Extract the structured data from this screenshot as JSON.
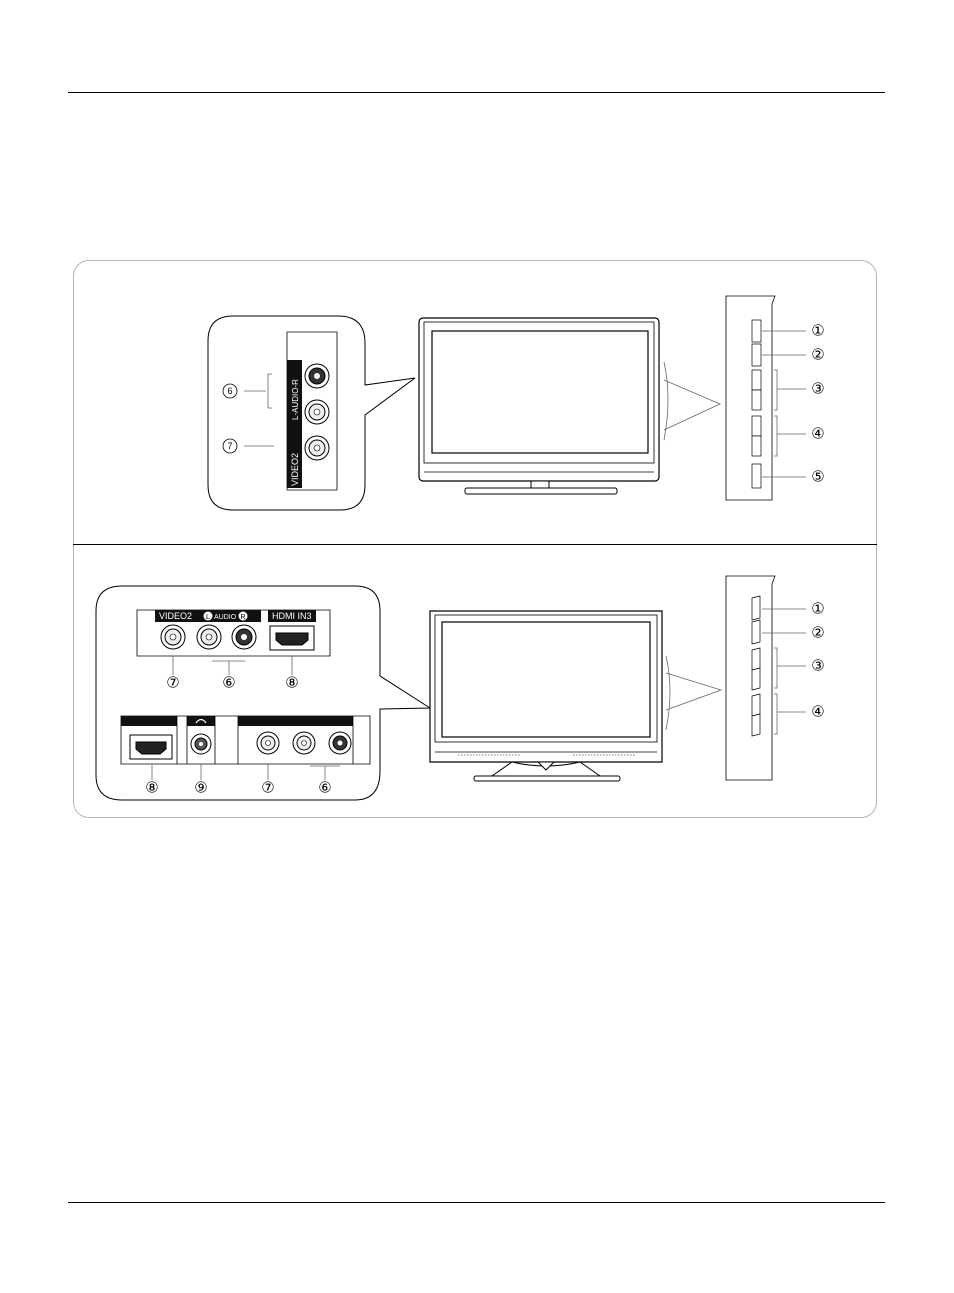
{
  "figure_top": {
    "jack_labels": {
      "video": "VIDEO2",
      "audio": "L-AUDIO-R",
      "audio_left": "L",
      "audio_right": "R",
      "audio_mid": "AUDIO"
    },
    "callouts_left": [
      "⑥",
      "⑦"
    ],
    "callouts_right": [
      "①",
      "②",
      "③",
      "④",
      "⑤"
    ]
  },
  "figure_bottom": {
    "jack_labels": {
      "video": "VIDEO2",
      "audio_left": "L",
      "audio_mid": "AUDIO",
      "audio_right": "R",
      "hdmi": "HDMI IN3"
    },
    "callouts_upper": [
      "⑦",
      "⑥",
      "⑧"
    ],
    "callouts_lower": [
      "⑧",
      "⑨",
      "⑦",
      "⑥"
    ],
    "callouts_right": [
      "①",
      "②",
      "③",
      "④"
    ]
  }
}
